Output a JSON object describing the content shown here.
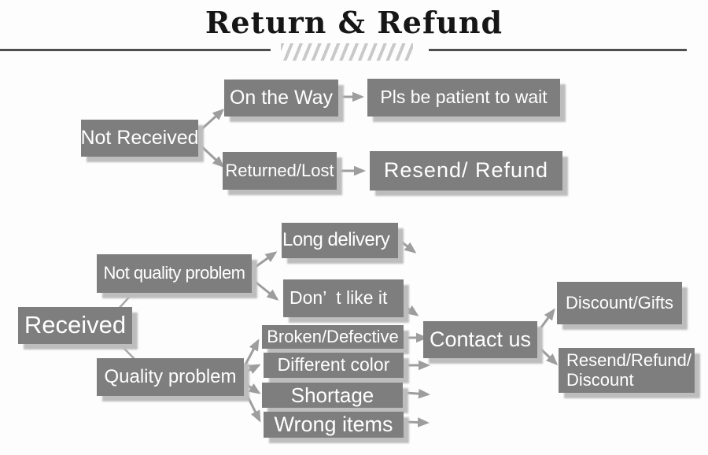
{
  "title": "Return & Refund",
  "colors": {
    "box": "#7e7e7e",
    "box_shadow": "#bdbdbd",
    "arrow": "#9d9d9d",
    "line": "#a8a8a8",
    "text": "#ffffff",
    "title": "#161616",
    "rule": "#4f4f4f",
    "hatch": "#c9c9c9",
    "background": "#fdfdfd"
  },
  "nodes": {
    "not_received": "Not Received",
    "on_the_way": "On the Way",
    "pls_be_patient": "Pls be patient to wait",
    "returned_lost": "Returned/Lost",
    "resend_refund": "Resend/ Refund",
    "received": "Received",
    "not_quality_problem": "Not quality problem",
    "long_delivery": "Long delivery",
    "dont_like_it": "Don’  t like it",
    "quality_problem": "Quality problem",
    "broken_defective": "Broken/Defective",
    "different_color": "Different color",
    "shortage": "Shortage",
    "wrong_items": "Wrong items",
    "contact_us": "Contact us",
    "discount_gifts": "Discount/Gifts",
    "resend_refund_discount": "Resend/Refund/\nDiscount"
  },
  "edges": [
    {
      "from": "Not Received",
      "to": "On the Way"
    },
    {
      "from": "Not Received",
      "to": "Returned/Lost"
    },
    {
      "from": "On the Way",
      "to": "Pls be patient to wait"
    },
    {
      "from": "Returned/Lost",
      "to": "Resend/ Refund"
    },
    {
      "from": "Received",
      "to": "Not quality problem"
    },
    {
      "from": "Received",
      "to": "Quality problem"
    },
    {
      "from": "Not quality problem",
      "to": "Long delivery"
    },
    {
      "from": "Not quality problem",
      "to": "Don’t like it"
    },
    {
      "from": "Long delivery",
      "to": "Contact us"
    },
    {
      "from": "Don’t like it",
      "to": "Contact us"
    },
    {
      "from": "Quality problem",
      "to": "Broken/Defective"
    },
    {
      "from": "Quality problem",
      "to": "Different color"
    },
    {
      "from": "Quality problem",
      "to": "Shortage"
    },
    {
      "from": "Quality problem",
      "to": "Wrong items"
    },
    {
      "from": "Broken/Defective",
      "to": "Contact us"
    },
    {
      "from": "Different color",
      "to": "Contact us"
    },
    {
      "from": "Shortage",
      "to": "Contact us"
    },
    {
      "from": "Wrong items",
      "to": "Contact us"
    },
    {
      "from": "Contact us",
      "to": "Discount/Gifts"
    },
    {
      "from": "Contact us",
      "to": "Resend/Refund/Discount"
    }
  ]
}
